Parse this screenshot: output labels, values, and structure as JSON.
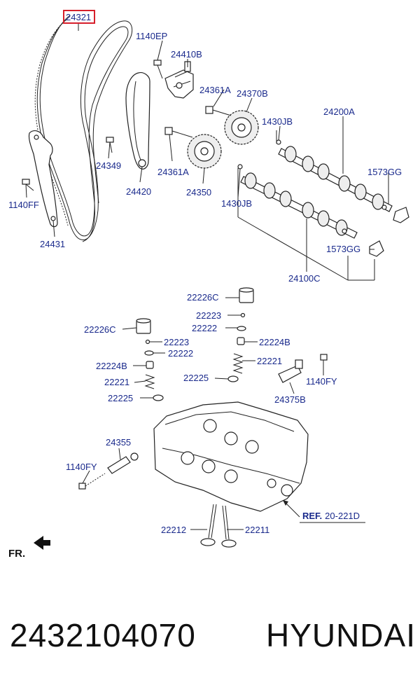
{
  "diagram": {
    "labels": [
      {
        "id": "lbl-24321",
        "text": "24321",
        "boxed": true
      },
      {
        "id": "lbl-1140ep",
        "text": "1140EP"
      },
      {
        "id": "lbl-24410b",
        "text": "24410B"
      },
      {
        "id": "lbl-24361a-top",
        "text": "24361A"
      },
      {
        "id": "lbl-24370b",
        "text": "24370B"
      },
      {
        "id": "lbl-1430jb-top",
        "text": "1430JB"
      },
      {
        "id": "lbl-24200a",
        "text": "24200A"
      },
      {
        "id": "lbl-24349",
        "text": "24349"
      },
      {
        "id": "lbl-24361a-bot",
        "text": "24361A"
      },
      {
        "id": "lbl-1573gg-top",
        "text": "1573GG"
      },
      {
        "id": "lbl-1140ff",
        "text": "1140FF"
      },
      {
        "id": "lbl-24420",
        "text": "24420"
      },
      {
        "id": "lbl-24350",
        "text": "24350"
      },
      {
        "id": "lbl-1430jb-bot",
        "text": "1430JB"
      },
      {
        "id": "lbl-24431",
        "text": "24431"
      },
      {
        "id": "lbl-1573gg-bot",
        "text": "1573GG"
      },
      {
        "id": "lbl-24100c",
        "text": "24100C"
      },
      {
        "id": "lbl-22226c-top",
        "text": "22226C"
      },
      {
        "id": "lbl-22223-top",
        "text": "22223"
      },
      {
        "id": "lbl-22222-top",
        "text": "22222"
      },
      {
        "id": "lbl-22226c-left",
        "text": "22226C"
      },
      {
        "id": "lbl-22224b-right",
        "text": "22224B"
      },
      {
        "id": "lbl-22223-left",
        "text": "22223"
      },
      {
        "id": "lbl-22222-left",
        "text": "22222"
      },
      {
        "id": "lbl-22221-right",
        "text": "22221"
      },
      {
        "id": "lbl-22224b-left",
        "text": "22224B"
      },
      {
        "id": "lbl-22225-right",
        "text": "22225"
      },
      {
        "id": "lbl-1140fy-right",
        "text": "1140FY"
      },
      {
        "id": "lbl-22221-left",
        "text": "22221"
      },
      {
        "id": "lbl-22225-left",
        "text": "22225"
      },
      {
        "id": "lbl-24375b",
        "text": "24375B"
      },
      {
        "id": "lbl-24355",
        "text": "24355"
      },
      {
        "id": "lbl-1140fy-left",
        "text": "1140FY"
      },
      {
        "id": "lbl-22212",
        "text": "22212"
      },
      {
        "id": "lbl-22211",
        "text": "22211"
      }
    ],
    "ref_prefix": "REF.",
    "ref_code": "20-221D",
    "front_marker": "FR."
  },
  "caption": {
    "part_number": "2432104070",
    "brand": "HYUNDAI"
  },
  "colors": {
    "label": "#1a2a8c",
    "box": "#d61f2b",
    "line": "#222222"
  }
}
